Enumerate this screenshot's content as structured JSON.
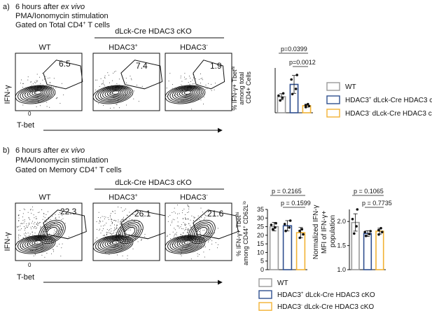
{
  "panel_a": {
    "letter": "a)",
    "header_lines": [
      "6 hours after ",
      "ex vivo"
    ],
    "line2": "PMA/Ionomycin stimulation",
    "line3": "Gated on Total CD4",
    "line3_sup": "+",
    "line3_end": " T cells",
    "group_label": "dLck-Cre HDAC3 cKO",
    "plots": [
      {
        "label": "WT",
        "sup": "",
        "value": "6.5"
      },
      {
        "label": "HDAC3",
        "sup": "+",
        "value": "7.4"
      },
      {
        "label": "HDAC3",
        "sup": "-",
        "value": "1.9"
      }
    ],
    "yaxis": "IFN-γ",
    "xaxis": "T-bet",
    "tick_zero": "0",
    "bar_ylabel_lines": [
      "% IFN-γ+ Tbet",
      "among total",
      "CD4+ Cells"
    ],
    "bar_ylabel_sup": "hi",
    "pvalues": [
      "p=0.0399",
      "p=0.0012"
    ]
  },
  "panel_b": {
    "letter": "b)",
    "header_lines": [
      "6 hours after ",
      "ex vivo"
    ],
    "line2": "PMA/Ionomycin stimulation",
    "line3": "Gated on Memory CD4",
    "line3_sup": "+",
    "line3_end": " T cells",
    "group_label": "dLck-Cre HDAC3 cKO",
    "plots": [
      {
        "label": "WT",
        "sup": "",
        "value": "22.3"
      },
      {
        "label": "HDAC3",
        "sup": "+",
        "value": "26.1"
      },
      {
        "label": "HDAC3",
        "sup": "-",
        "value": "21.6"
      }
    ],
    "yaxis": "IFN-γ",
    "xaxis": "T-bet",
    "tick_zero": "0",
    "bar1_ylabel_lines": [
      "% IFN-γ+ Tbet",
      "among CD44",
      "CD62L"
    ],
    "bar1_pvalues": [
      "p = 0.2165",
      "p = 0.1599"
    ],
    "bar2_ylabel_lines": [
      "Normalized IFN-γ",
      "MFI of IFN-γ+",
      "population"
    ],
    "bar2_pvalues": [
      "p = 0.1065",
      "p = 0.7735"
    ]
  },
  "legend": {
    "items": [
      {
        "label": "WT",
        "color": "#999999"
      },
      {
        "label": "HDAC3",
        "sup": "+",
        "rest": " dLck-Cre HDAC3 cKO",
        "color": "#2f4f8f"
      },
      {
        "label": "HDAC3",
        "sup": "-",
        "rest": " dLck-Cre HDAC3 cKO",
        "color": "#f2b233"
      }
    ]
  },
  "chart_data": [
    {
      "type": "bar",
      "categories": [
        "WT",
        "HDAC3+ dLck-Cre HDAC3 cKO",
        "HDAC3- dLck-Cre HDAC3 cKO"
      ],
      "values": [
        4.3,
        7.6,
        1.9
      ],
      "errors": [
        0.8,
        2.4,
        0.4
      ],
      "points": [
        [
          3.3,
          4.0,
          4.6,
          5.2
        ],
        [
          5.0,
          6.4,
          8.9,
          10.1
        ],
        [
          1.5,
          1.8,
          2.0,
          2.3
        ]
      ],
      "ylabel": "% IFN-γ+ Tbethi among total CD4+ Cells",
      "ylim": [
        0,
        12
      ],
      "colors": [
        "#999999",
        "#2f4f8f",
        "#f2b233"
      ]
    },
    {
      "type": "bar",
      "categories": [
        "WT",
        "HDAC3+ dLck-Cre HDAC3 cKO",
        "HDAC3- dLck-Cre HDAC3 cKO"
      ],
      "values": [
        25.0,
        25.5,
        21.5
      ],
      "errors": [
        2.5,
        3.0,
        3.0
      ],
      "points": [
        [
          23.5,
          24.5,
          26.0,
          27.0
        ],
        [
          22.5,
          24.5,
          26.5,
          28.5
        ],
        [
          18.5,
          20.5,
          22.5,
          23.5
        ]
      ],
      "ylabel": "% IFN-γ+ Tbethi among CD44+ CD62Llo",
      "ylim": [
        0,
        35
      ],
      "yticks": [
        0,
        5,
        10,
        15,
        20,
        25,
        30,
        35
      ],
      "colors": [
        "#999999",
        "#2f4f8f",
        "#f2b233"
      ]
    },
    {
      "type": "bar",
      "categories": [
        "WT",
        "HDAC3+ dLck-Cre HDAC3 cKO",
        "HDAC3- dLck-Cre HDAC3 cKO"
      ],
      "values": [
        1.98,
        1.75,
        1.8
      ],
      "errors": [
        0.18,
        0.06,
        0.06
      ],
      "points": [
        [
          1.75,
          1.9,
          2.05,
          2.25
        ],
        [
          1.7,
          1.74,
          1.78,
          1.8
        ],
        [
          1.73,
          1.78,
          1.82,
          1.86
        ]
      ],
      "ylabel": "Normalized IFN-γ MFI of IFN-γ+ population",
      "ylim": [
        1.0,
        2.25
      ],
      "yticks": [
        1.0,
        1.5,
        2.0
      ],
      "colors": [
        "#999999",
        "#2f4f8f",
        "#f2b233"
      ]
    }
  ]
}
